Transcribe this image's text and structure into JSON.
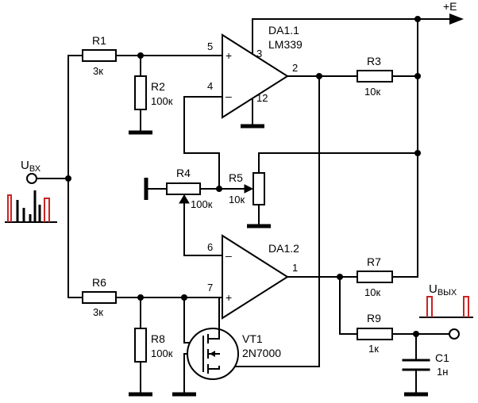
{
  "power_label": "+E",
  "input": {
    "label": "U",
    "sub": "ВХ"
  },
  "output": {
    "label": "U",
    "sub": "ВЫХ"
  },
  "opamp1": {
    "name": "DA1.1",
    "part": "LM339",
    "pin_plus": "5",
    "pin_minus": "4",
    "pin_out": "2",
    "pin_vcc": "3",
    "pin_gnd": "12"
  },
  "opamp2": {
    "name": "DA1.2",
    "pin_minus": "6",
    "pin_plus": "7",
    "pin_out": "1"
  },
  "resistors": {
    "r1": {
      "name": "R1",
      "value": "3к"
    },
    "r2": {
      "name": "R2",
      "value": "100к"
    },
    "r3": {
      "name": "R3",
      "value": "10к"
    },
    "r4": {
      "name": "R4",
      "value": "100к"
    },
    "r5": {
      "name": "R5",
      "value": "10к"
    },
    "r6": {
      "name": "R6",
      "value": "3к"
    },
    "r7": {
      "name": "R7",
      "value": "10к"
    },
    "r8": {
      "name": "R8",
      "value": "100к"
    },
    "r9": {
      "name": "R9",
      "value": "1к"
    }
  },
  "capacitor": {
    "name": "C1",
    "value": "1н"
  },
  "transistor": {
    "name": "VT1",
    "part": "2N7000"
  }
}
